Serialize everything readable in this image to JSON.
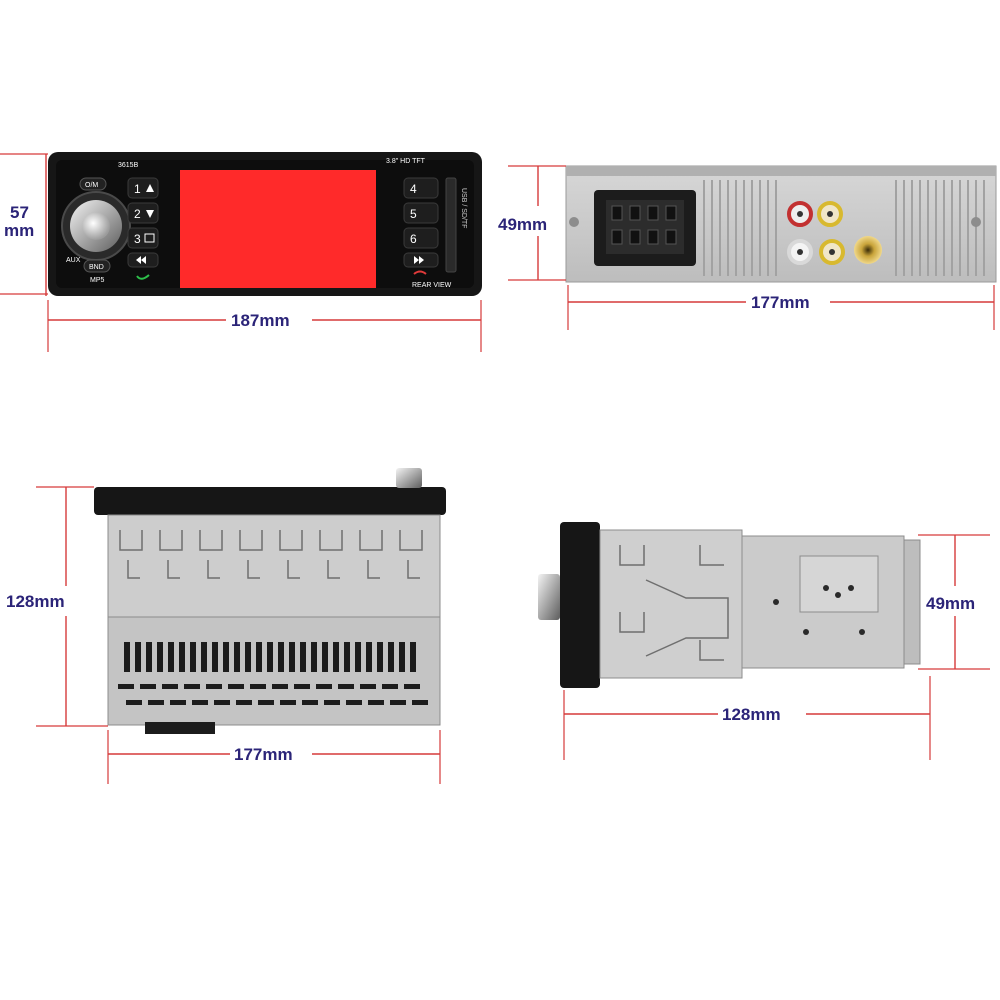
{
  "dimensions": {
    "front_height": "57",
    "front_height_unit": "mm",
    "front_width": "187mm",
    "rear_height": "49mm",
    "rear_width": "177mm",
    "top_depth": "128mm",
    "top_width": "177mm",
    "side_height": "49mm",
    "side_depth": "128mm"
  },
  "unit_labels": {
    "model": "3615B",
    "screen_spec": "3.8\" HD TFT",
    "rear_view": "REAR VIEW",
    "aux": "AUX",
    "mp5": "MP5",
    "mode": "O/M",
    "band": "BND",
    "preset_1": "1",
    "preset_2": "2",
    "preset_3": "3",
    "preset_4": "4",
    "preset_5": "5",
    "preset_6": "6",
    "card_slot": "USB / SD/TF"
  },
  "colors": {
    "dimension_line": "#d63a3a",
    "dimension_text": "#2b2478",
    "unit_body": "#1a1a1a",
    "screen": "#ff2a2a",
    "chassis": "#c9c9c9"
  }
}
